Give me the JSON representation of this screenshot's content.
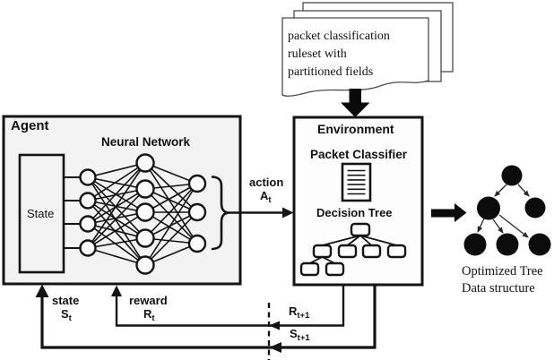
{
  "ruleset_doc": {
    "lines": [
      "packet classification",
      "ruleset with",
      "partitioned fields"
    ]
  },
  "agent": {
    "title": "Agent",
    "neural_network_label": "Neural Network",
    "state_label": "State",
    "nn": {
      "x": [
        98,
        162,
        220
      ],
      "ys": [
        [
          198,
          224,
          250,
          277
        ],
        [
          182,
          211,
          237,
          266,
          296
        ],
        [
          205,
          237,
          272
        ]
      ],
      "r": [
        8.5,
        9.5,
        9
      ],
      "layers": [
        4,
        5,
        3
      ]
    }
  },
  "environment": {
    "title": "Environment",
    "packet_classifier_label": "Packet Classifier",
    "decision_tree_label": "Decision Tree",
    "decision_tree_nodes": {
      "level1": 1,
      "level2": 4,
      "level3": 2
    }
  },
  "signals": {
    "action": {
      "word": "action",
      "var": "A",
      "sub": "t"
    },
    "state": {
      "word": "state",
      "var": "S",
      "sub": "t"
    },
    "reward": {
      "word": "reward",
      "var": "R",
      "sub": "t"
    },
    "reward_next": {
      "var": "R",
      "sub": "t+1"
    },
    "state_next": {
      "var": "S",
      "sub": "t+1"
    }
  },
  "output": {
    "caption_line1": "Optimized Tree",
    "caption_line2": "Data structure",
    "tree_nodes": {
      "root": 1,
      "level2": 2,
      "level3": 3
    }
  },
  "colors": {
    "ink": "#111111",
    "agent_fill": "#f3f3f3",
    "node_fill": "#fafafa",
    "tree_node_fill": "#0c0c0c",
    "page_stroke": "#4a4a4a"
  }
}
